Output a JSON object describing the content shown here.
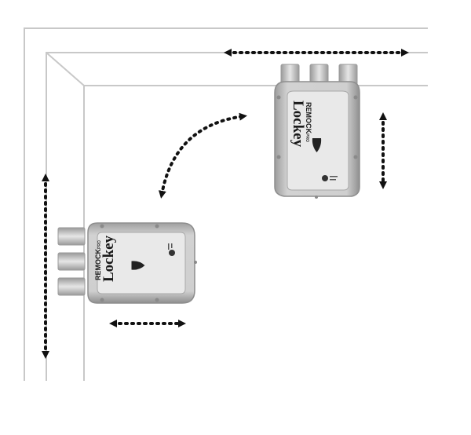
{
  "diagram": {
    "colors": {
      "frame_line": "#c8c8c8",
      "arrow": "#111111",
      "lock_body": "#c9c9c9",
      "lock_panel": "#e9e9e9",
      "lock_edge": "#8e8e8e"
    },
    "lock_vertical": {
      "brand_top": "REMOCK",
      "brand_main": "Lockey",
      "brand_suffix": "PRO"
    },
    "lock_horizontal": {
      "brand_top": "REMOCK",
      "brand_main": "Lockey",
      "brand_suffix": "PRO"
    },
    "icons": {
      "shield": "shield-icon",
      "logo_badge": "logo-badge-icon",
      "arrows": [
        "horizontal-double-arrow",
        "vertical-double-arrow",
        "curved-double-arrow"
      ]
    }
  }
}
